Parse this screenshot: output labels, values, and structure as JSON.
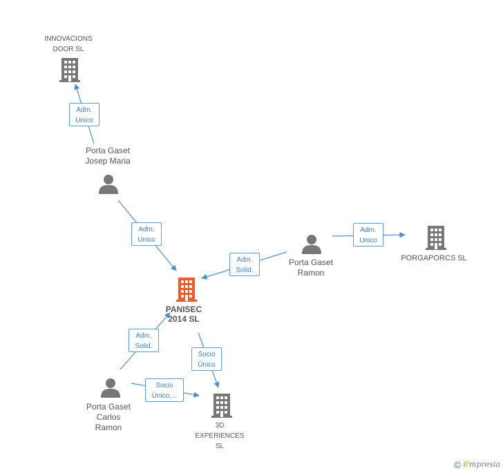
{
  "nodes": {
    "innovacions": {
      "line1": "INNOVACIONS",
      "line2": "DOOR SL"
    },
    "porta_josep": {
      "line1": "Porta Gaset",
      "line2": "Josep Maria"
    },
    "porta_ramon": {
      "line1": "Porta Gaset",
      "line2": "Ramon"
    },
    "porgaporcs": {
      "line1": "PORGAPORCS SL"
    },
    "panisec": {
      "line1": "PANISEC",
      "line2": "2014  SL"
    },
    "porta_carlos": {
      "line1": "Porta Gaset",
      "line2": "Carlos",
      "line3": "Ramon"
    },
    "experiences": {
      "line1": "3D",
      "line2": "EXPERIENCES",
      "line3": "SL"
    }
  },
  "edges": {
    "josep_innovacions": {
      "line1": "Adm.",
      "line2": "Unico"
    },
    "josep_panisec": {
      "line1": "Adm.",
      "line2": "Unico"
    },
    "ramon_porgaporcs": {
      "line1": "Adm.",
      "line2": "Unico"
    },
    "ramon_panisec": {
      "line1": "Adm.",
      "line2": "Solid."
    },
    "carlos_panisec": {
      "line1": "Adm.",
      "line2": "Solid."
    },
    "panisec_experiences": {
      "line1": "Socio",
      "line2": "Único"
    },
    "carlos_experiences": {
      "line1": "Socio",
      "line2": "Único,..."
    }
  },
  "colors": {
    "edge": "#4a8fd6",
    "company": "#777777",
    "focus_company": "#f05a28",
    "person": "#777777"
  },
  "footer": {
    "copyright": "©",
    "brand_initial": "e",
    "brand_rest": "mpresia"
  }
}
